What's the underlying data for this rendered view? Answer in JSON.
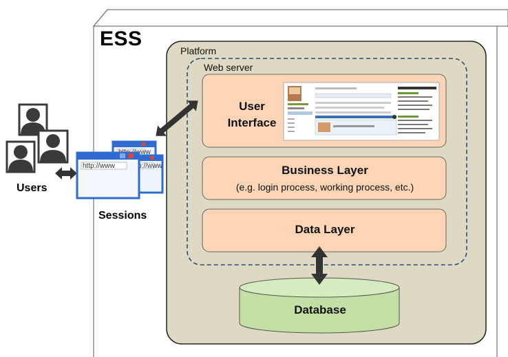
{
  "title": "ESS",
  "platform_label": "Platform",
  "web_server_label": "Web server",
  "layers": {
    "ui": "User\nInterface",
    "business": "Business Layer",
    "business_sub": "(e.g. login process, working process, etc.)",
    "data": "Data Layer"
  },
  "database_label": "Database",
  "users_label": "Users",
  "sessions_label": "Sessions",
  "browser_url": "http://www",
  "colors": {
    "platform_fill": "#ddd9c3",
    "layer_fill": "#fbd5b5",
    "database_fill": "#c4dfa5",
    "dashed_border": "#2e4b78",
    "browser_blue": "#2f6bd1"
  },
  "icons": [
    "person-icon",
    "browser-window-icon",
    "double-arrow-icon",
    "screenshot-thumbnail"
  ]
}
